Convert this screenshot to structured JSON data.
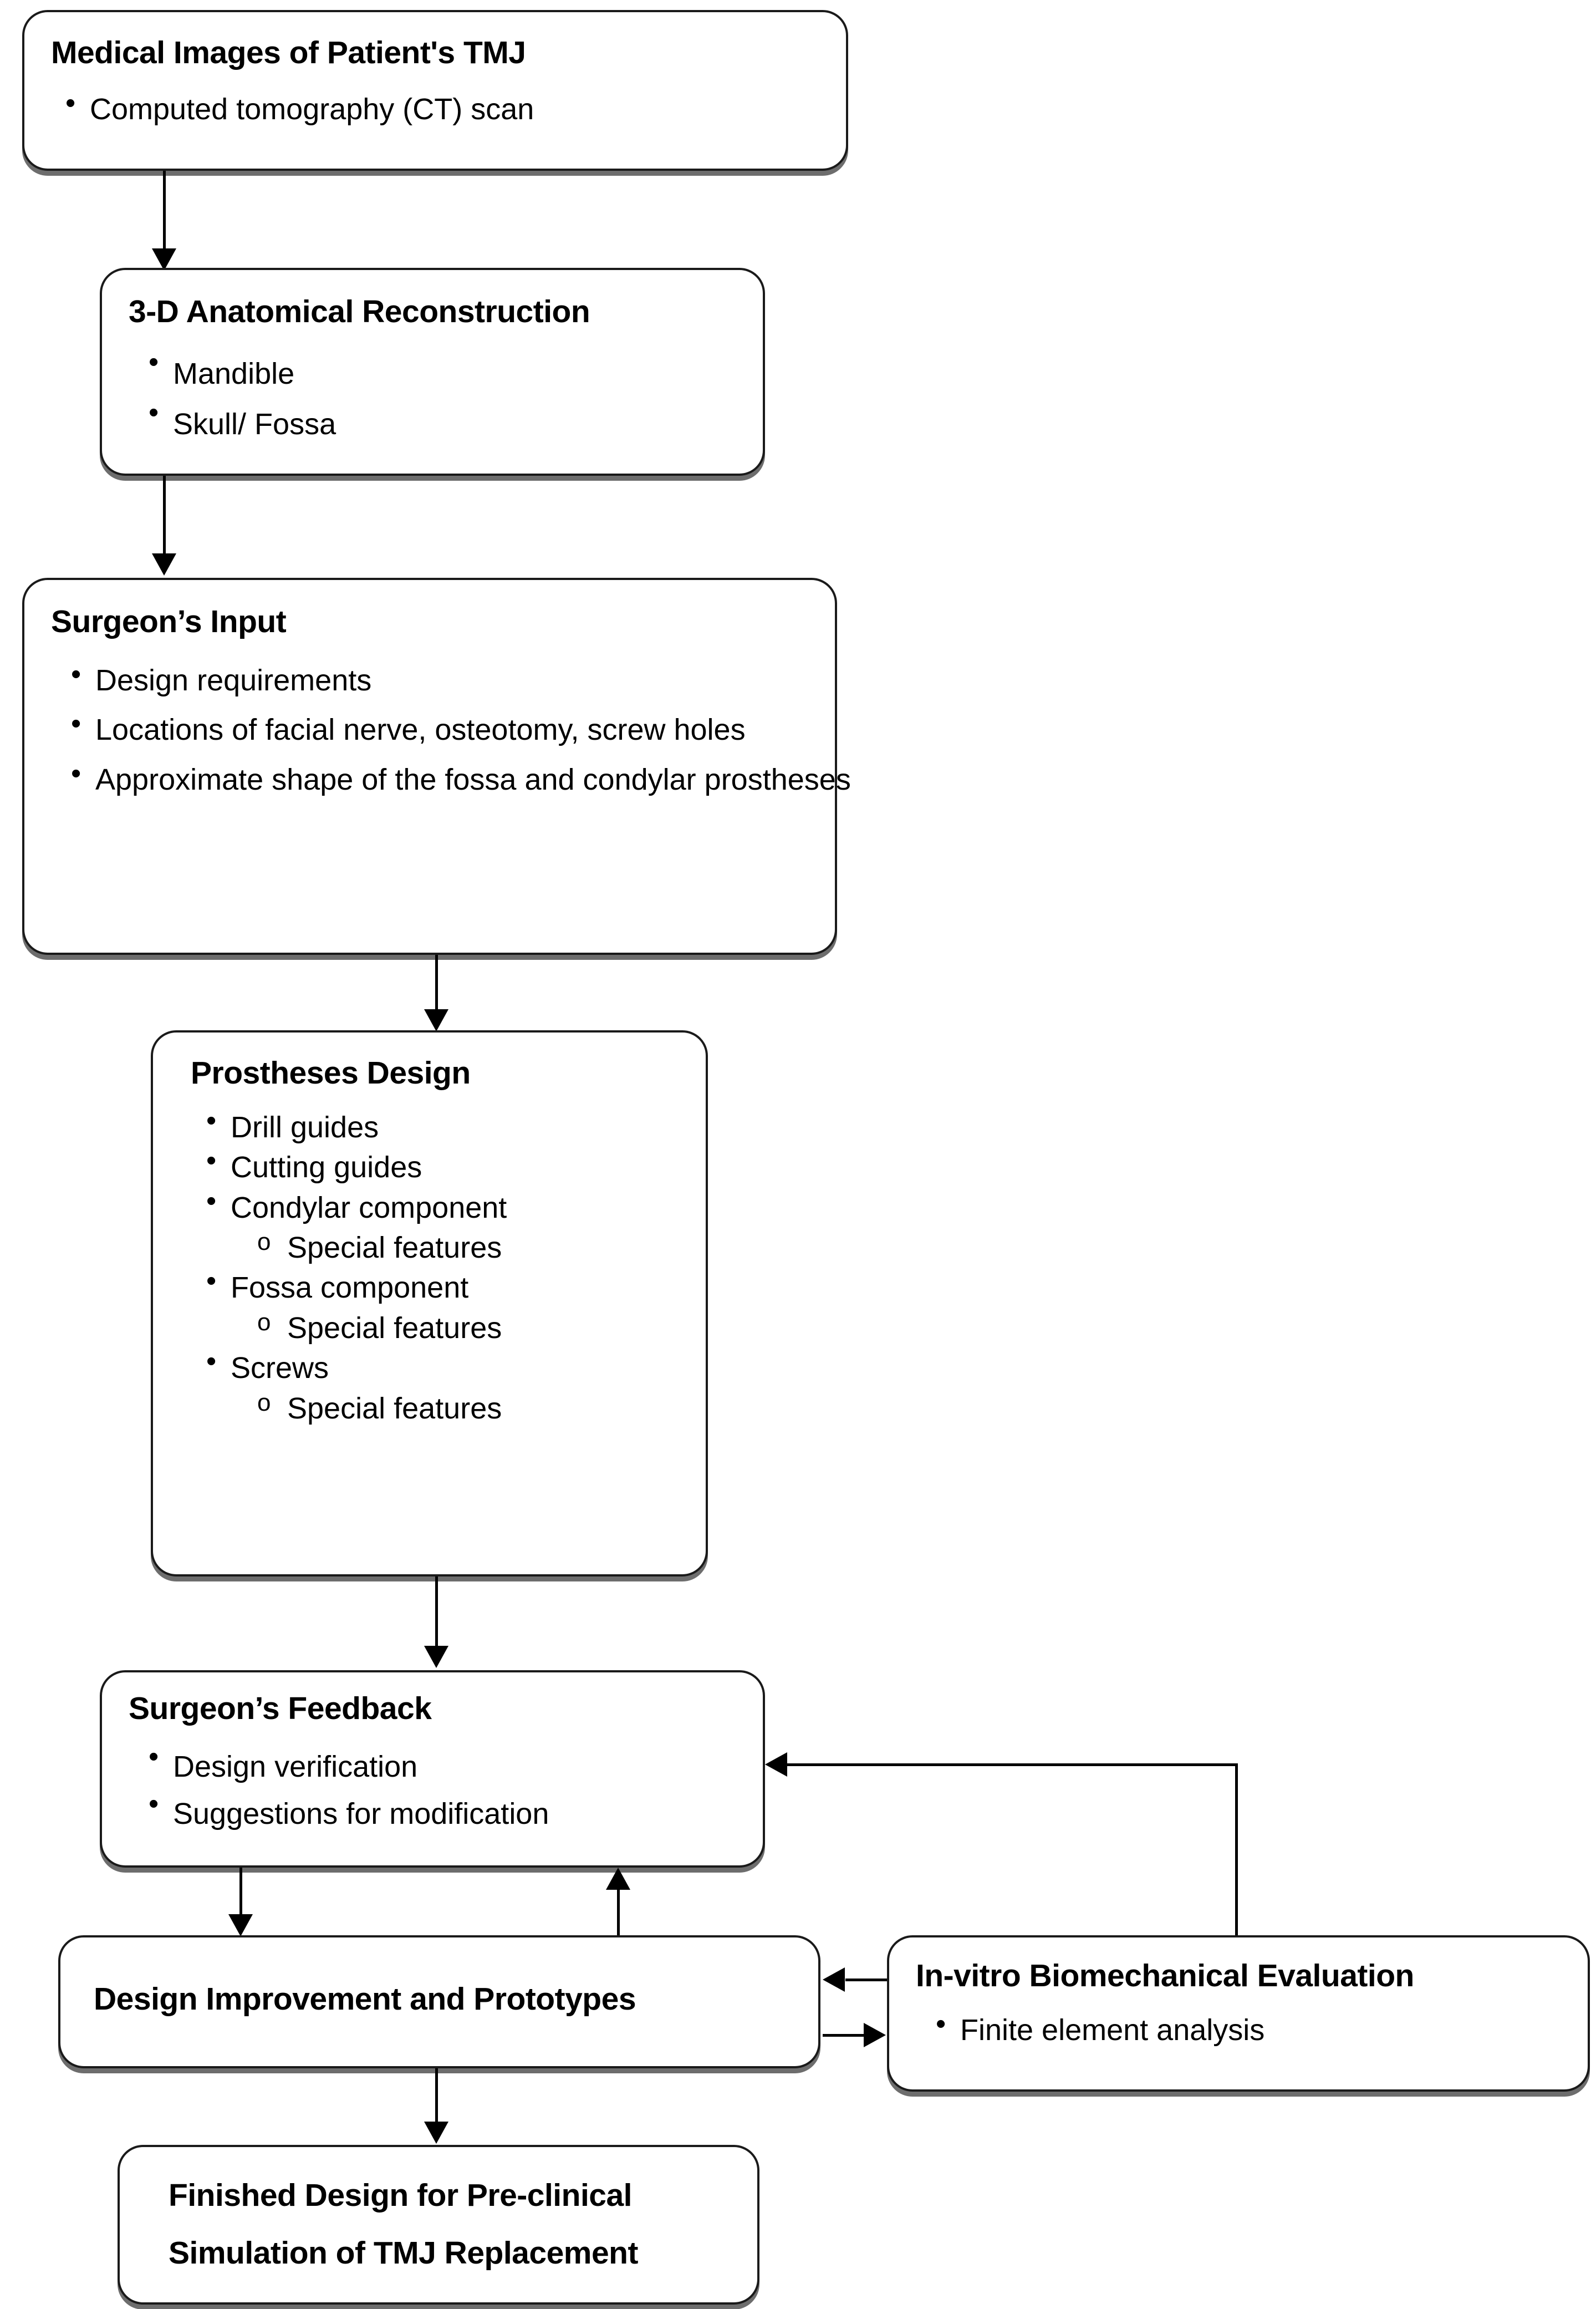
{
  "diagram": {
    "type": "flowchart",
    "title": "Patient-specific TMJ prosthesis design workflow",
    "nodes": [
      {
        "id": "medical-images",
        "title": "Medical Images of Patient's TMJ",
        "items": [
          "Computed tomography (CT) scan"
        ]
      },
      {
        "id": "reconstruction",
        "title": "3-D Anatomical Reconstruction",
        "items": [
          "Mandible",
          "Skull/ Fossa"
        ]
      },
      {
        "id": "surgeons-input",
        "title": "Surgeon’s Input",
        "items": [
          "Design requirements",
          "Locations of facial nerve, osteotomy, screw holes",
          "Approximate shape of the fossa and condylar prostheses"
        ]
      },
      {
        "id": "prostheses-design",
        "title": "Prostheses Design",
        "items": [
          "Drill guides",
          "Cutting guides",
          "Condylar component",
          "Special features",
          "Fossa component",
          "Special features",
          "Screws",
          "Special features"
        ]
      },
      {
        "id": "surgeons-feedback",
        "title": "Surgeon’s Feedback",
        "items": [
          "Design verification",
          "Suggestions for modification"
        ]
      },
      {
        "id": "design-improvement",
        "title": "Design Improvement and Prototypes",
        "items": []
      },
      {
        "id": "in-vitro",
        "title": "In-vitro Biomechanical Evaluation",
        "items": [
          "Finite element analysis"
        ]
      },
      {
        "id": "finished-design",
        "title_line1": "Finished Design for Pre-clinical",
        "title_line2": "Simulation of TMJ Replacement",
        "items": []
      }
    ],
    "edges": [
      {
        "from": "medical-images",
        "to": "reconstruction",
        "direction": "down"
      },
      {
        "from": "reconstruction",
        "to": "surgeons-input",
        "direction": "down"
      },
      {
        "from": "surgeons-input",
        "to": "prostheses-design",
        "direction": "down"
      },
      {
        "from": "prostheses-design",
        "to": "surgeons-feedback",
        "direction": "down"
      },
      {
        "from": "surgeons-feedback",
        "to": "design-improvement",
        "direction": "down"
      },
      {
        "from": "design-improvement",
        "to": "surgeons-feedback",
        "direction": "up"
      },
      {
        "from": "design-improvement",
        "to": "in-vitro",
        "direction": "right"
      },
      {
        "from": "in-vitro",
        "to": "design-improvement",
        "direction": "left"
      },
      {
        "from": "in-vitro",
        "to": "surgeons-feedback",
        "direction": "left-loop"
      },
      {
        "from": "design-improvement",
        "to": "finished-design",
        "direction": "down"
      }
    ],
    "colors": {
      "border": "#1a1a1a",
      "shadow": "#6d6d6d",
      "text": "#000000",
      "background": "#ffffff",
      "connector": "#000000"
    }
  }
}
